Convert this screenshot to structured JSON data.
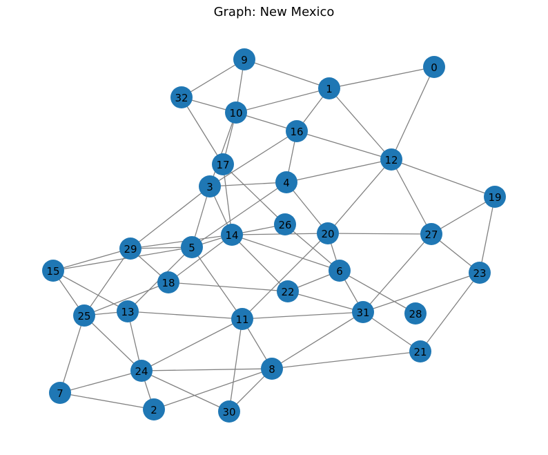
{
  "title": "Graph: New Mexico",
  "colors": {
    "node": "#1f77b4",
    "edge": "#808080",
    "label": "#000000",
    "background": "#ffffff"
  },
  "nodes": [
    "0",
    "1",
    "2",
    "3",
    "4",
    "5",
    "6",
    "7",
    "8",
    "9",
    "10",
    "11",
    "12",
    "13",
    "14",
    "15",
    "16",
    "17",
    "18",
    "19",
    "20",
    "21",
    "22",
    "23",
    "24",
    "25",
    "26",
    "27",
    "28",
    "29",
    "30",
    "31",
    "32"
  ],
  "edges": [
    [
      "0",
      "1"
    ],
    [
      "0",
      "12"
    ],
    [
      "1",
      "9"
    ],
    [
      "1",
      "10"
    ],
    [
      "1",
      "16"
    ],
    [
      "1",
      "12"
    ],
    [
      "9",
      "32"
    ],
    [
      "9",
      "10"
    ],
    [
      "32",
      "10"
    ],
    [
      "32",
      "17"
    ],
    [
      "10",
      "16"
    ],
    [
      "10",
      "17"
    ],
    [
      "10",
      "3"
    ],
    [
      "16",
      "12"
    ],
    [
      "16",
      "4"
    ],
    [
      "16",
      "3"
    ],
    [
      "12",
      "4"
    ],
    [
      "12",
      "19"
    ],
    [
      "12",
      "27"
    ],
    [
      "12",
      "20"
    ],
    [
      "17",
      "14"
    ],
    [
      "17",
      "26"
    ],
    [
      "3",
      "4"
    ],
    [
      "3",
      "29"
    ],
    [
      "3",
      "5"
    ],
    [
      "3",
      "14"
    ],
    [
      "4",
      "20"
    ],
    [
      "4",
      "5"
    ],
    [
      "19",
      "27"
    ],
    [
      "19",
      "23"
    ],
    [
      "26",
      "14"
    ],
    [
      "26",
      "6"
    ],
    [
      "14",
      "5"
    ],
    [
      "14",
      "29"
    ],
    [
      "14",
      "20"
    ],
    [
      "14",
      "22"
    ],
    [
      "14",
      "6"
    ],
    [
      "14",
      "18"
    ],
    [
      "5",
      "29"
    ],
    [
      "5",
      "15"
    ],
    [
      "5",
      "13"
    ],
    [
      "5",
      "11"
    ],
    [
      "20",
      "27"
    ],
    [
      "20",
      "6"
    ],
    [
      "20",
      "11"
    ],
    [
      "27",
      "23"
    ],
    [
      "27",
      "31"
    ],
    [
      "29",
      "15"
    ],
    [
      "29",
      "18"
    ],
    [
      "29",
      "25"
    ],
    [
      "15",
      "25"
    ],
    [
      "15",
      "13"
    ],
    [
      "18",
      "22"
    ],
    [
      "18",
      "25"
    ],
    [
      "6",
      "22"
    ],
    [
      "6",
      "31"
    ],
    [
      "6",
      "28"
    ],
    [
      "22",
      "31"
    ],
    [
      "23",
      "31"
    ],
    [
      "23",
      "21"
    ],
    [
      "25",
      "13"
    ],
    [
      "25",
      "24"
    ],
    [
      "25",
      "7"
    ],
    [
      "13",
      "11"
    ],
    [
      "13",
      "24"
    ],
    [
      "11",
      "31"
    ],
    [
      "11",
      "24"
    ],
    [
      "11",
      "8"
    ],
    [
      "11",
      "30"
    ],
    [
      "31",
      "21"
    ],
    [
      "31",
      "8"
    ],
    [
      "24",
      "8"
    ],
    [
      "24",
      "7"
    ],
    [
      "24",
      "2"
    ],
    [
      "24",
      "30"
    ],
    [
      "8",
      "21"
    ],
    [
      "8",
      "2"
    ],
    [
      "8",
      "30"
    ],
    [
      "7",
      "2"
    ]
  ]
}
